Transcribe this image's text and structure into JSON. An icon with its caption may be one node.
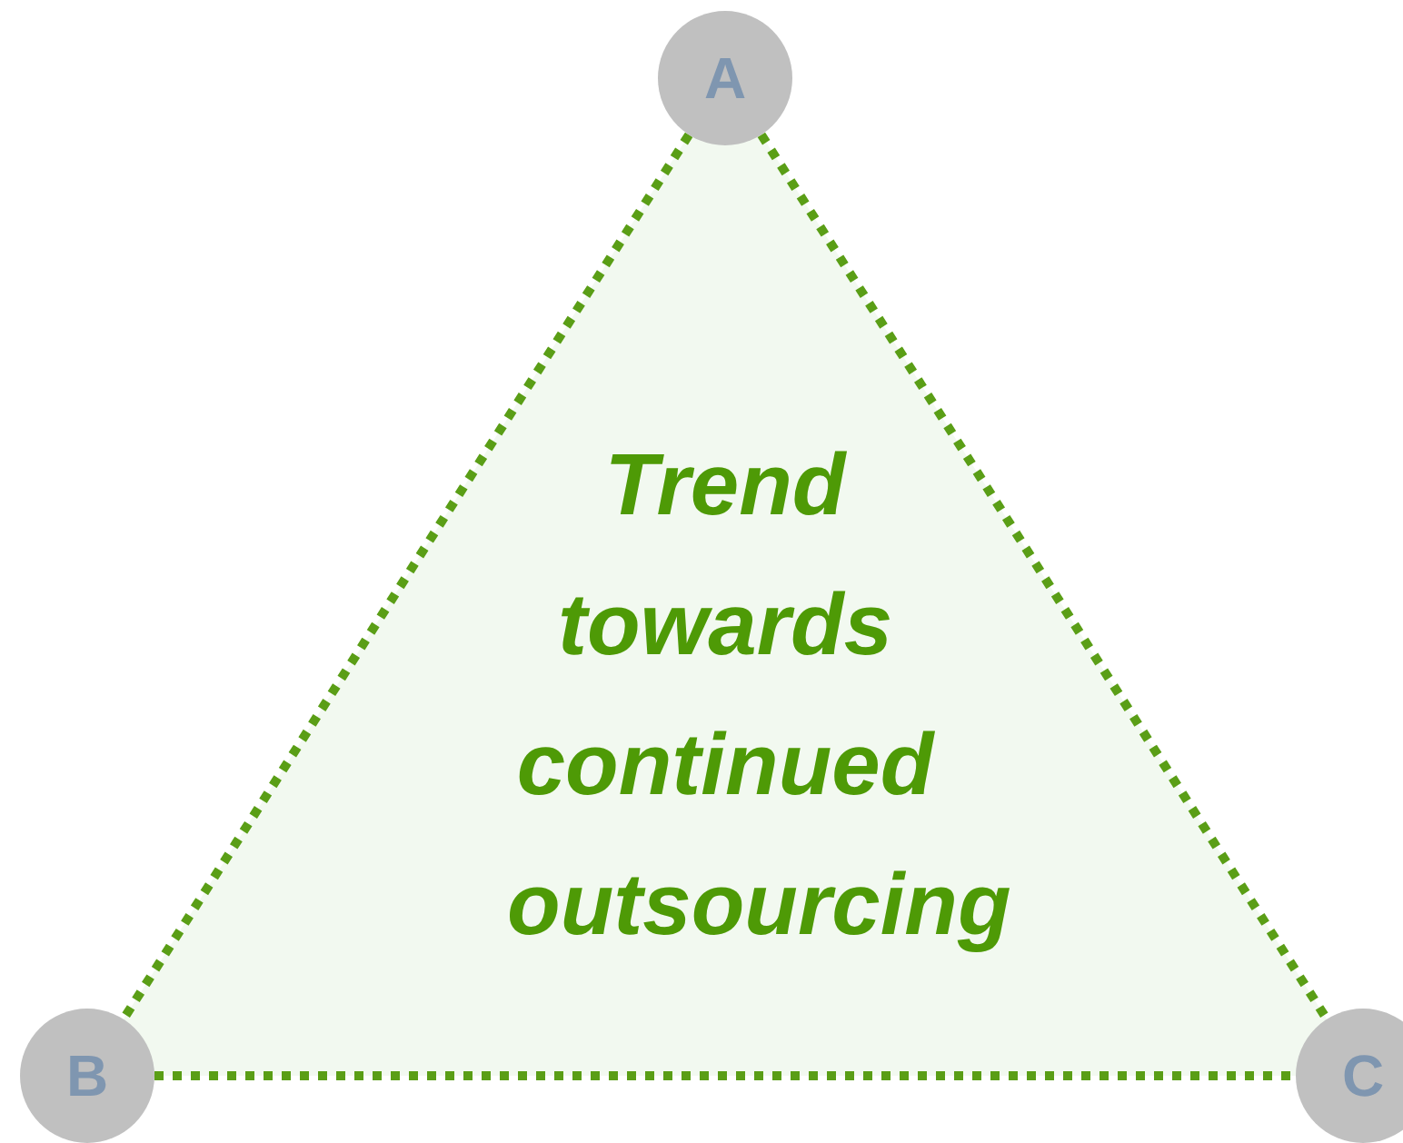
{
  "diagram": {
    "nodes": [
      {
        "text": [
          "A"
        ]
      },
      {
        "text": [
          "B"
        ]
      },
      {
        "text": [
          "C"
        ]
      },
      {
        "text": [
          "Trend towards continued outsourcing"
        ]
      }
    ],
    "edges": [
      {
        "from": 0,
        "to": 1,
        "arrow": "none",
        "style": "dashed"
      },
      {
        "from": 0,
        "to": 2,
        "arrow": "none",
        "style": "dashed"
      },
      {
        "from": 1,
        "to": 2,
        "arrow": "none",
        "style": "dashed"
      }
    ]
  }
}
